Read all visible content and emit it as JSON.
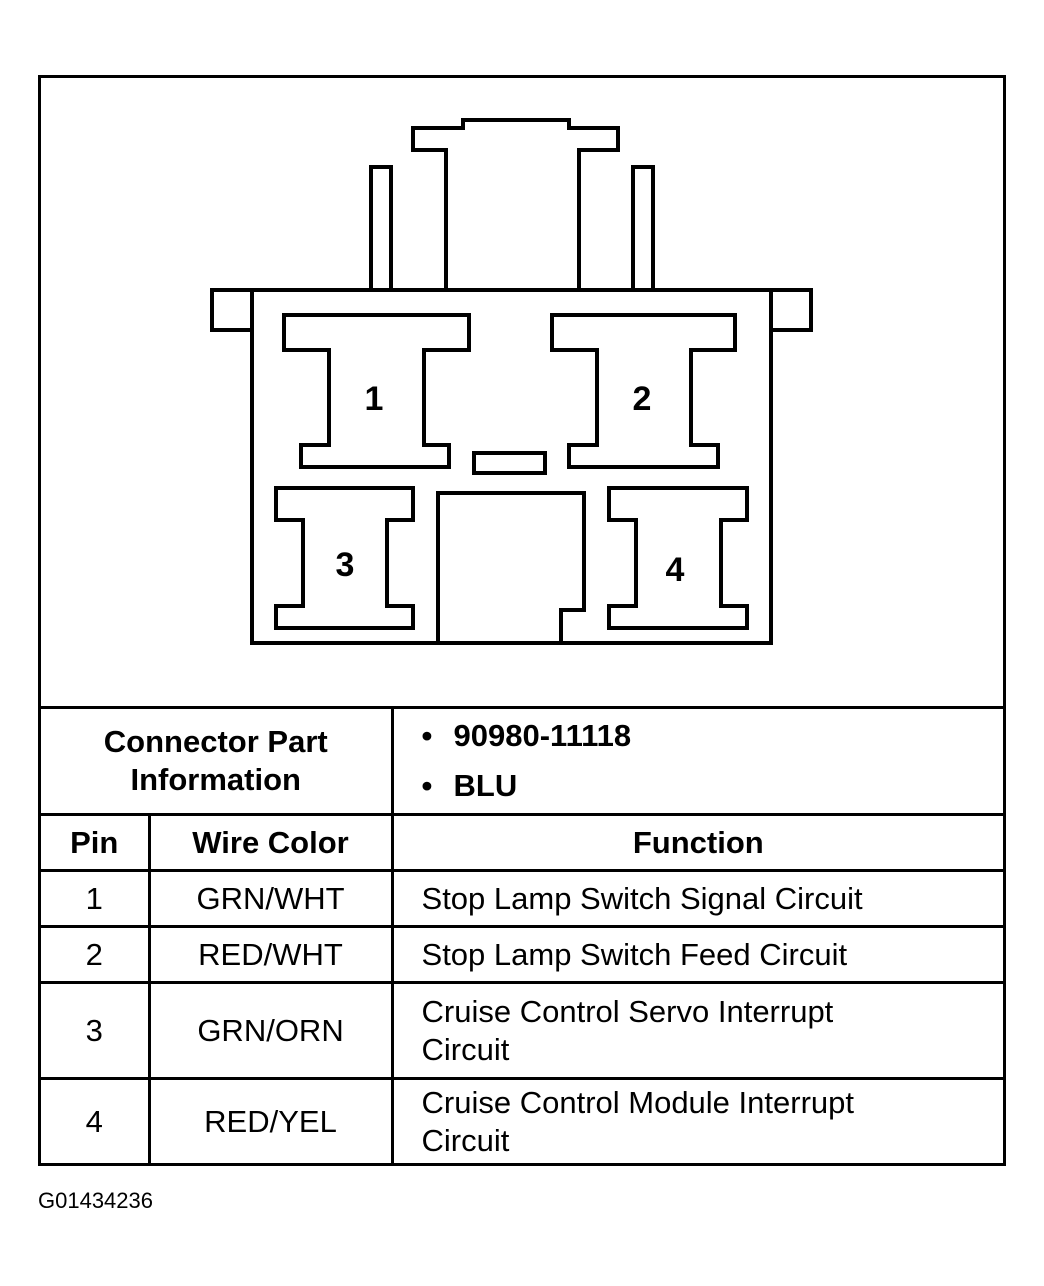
{
  "connector": {
    "pins": [
      {
        "id": "pin-1",
        "label": "1"
      },
      {
        "id": "pin-2",
        "label": "2"
      },
      {
        "id": "pin-3",
        "label": "3"
      },
      {
        "id": "pin-4",
        "label": "4"
      }
    ]
  },
  "part_info": {
    "label": "Connector Part Information",
    "items": [
      "90980-11118",
      "BLU"
    ]
  },
  "table": {
    "headers": {
      "pin": "Pin",
      "wire_color": "Wire Color",
      "function": "Function"
    },
    "rows": [
      {
        "pin": "1",
        "wire_color": "GRN/WHT",
        "function": "Stop Lamp Switch Signal Circuit"
      },
      {
        "pin": "2",
        "wire_color": "RED/WHT",
        "function": "Stop Lamp Switch Feed Circuit"
      },
      {
        "pin": "3",
        "wire_color": "GRN/ORN",
        "function": "Cruise Control Servo Interrupt Circuit"
      },
      {
        "pin": "4",
        "wire_color": "RED/YEL",
        "function": "Cruise Control Module Interrupt Circuit"
      }
    ]
  },
  "figure_id": "G01434236"
}
